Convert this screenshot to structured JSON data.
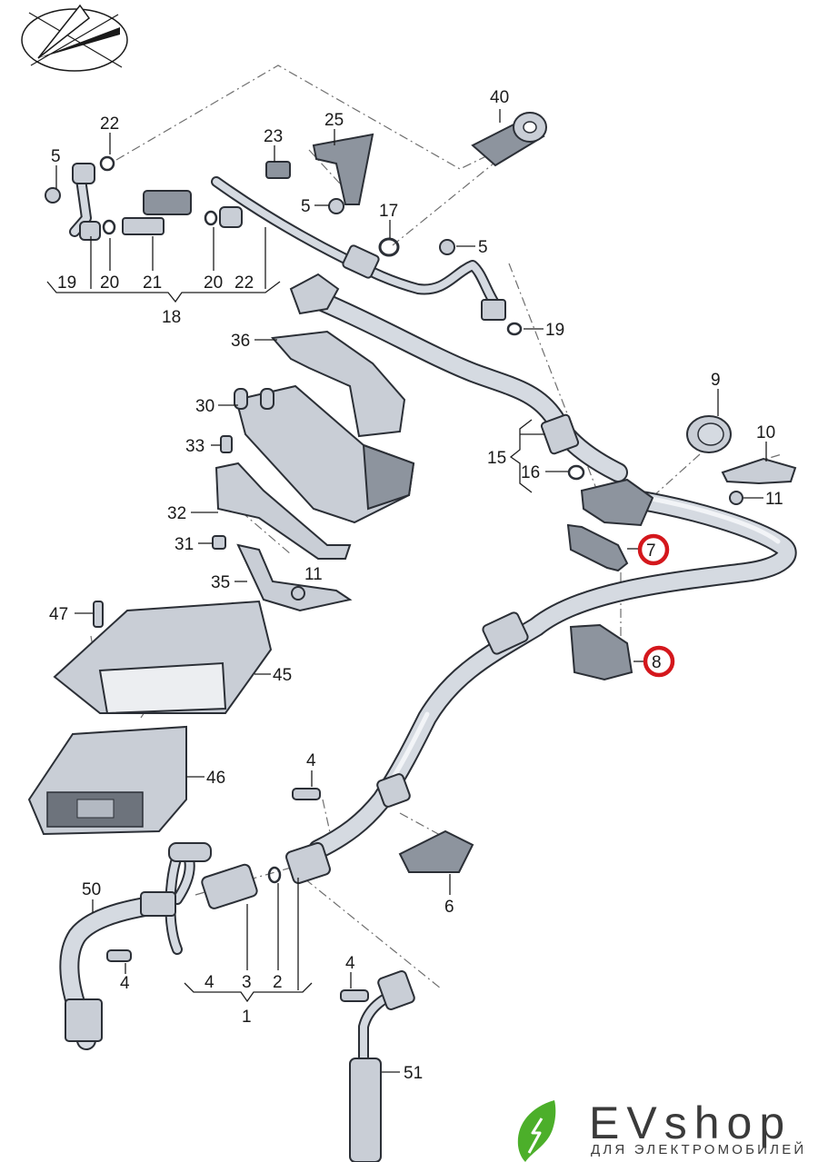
{
  "diagram": {
    "title": "",
    "type": "exploded parts diagram - air conditioning refrigerant lines",
    "orientation_icon": "vehicle-direction-arrow-icon",
    "callouts": {
      "c40": "40",
      "c22a": "22",
      "c5a": "5",
      "c23": "23",
      "c25": "25",
      "c5b": "5",
      "c17": "17",
      "c5c": "5",
      "c19a": "19",
      "c19b": "19",
      "c20a": "20",
      "c21": "21",
      "c20b": "20",
      "c22b": "22",
      "c18": "18",
      "c36": "36",
      "c30": "30",
      "c33": "33",
      "c32": "32",
      "c31": "31",
      "c35": "35",
      "c11a": "11",
      "c9": "9",
      "c10": "10",
      "c11b": "11",
      "c15": "15",
      "c16": "16",
      "c7": "7",
      "c8": "8",
      "c47": "47",
      "c45": "45",
      "c46": "46",
      "c4a": "4",
      "c6": "6",
      "c50": "50",
      "c4b": "4",
      "c4c": "4",
      "c3": "3",
      "c2": "2",
      "c1": "1",
      "c4d": "4",
      "c51": "51"
    },
    "highlighted_parts": [
      "7",
      "8"
    ],
    "highlight_color": "#d4171c",
    "line_color": "#1a1a1a",
    "part_fill": "#c9ced6"
  },
  "logo": {
    "title": "EVshop",
    "subtitle": "ДЛЯ ЭЛЕКТРОМОБИЛЕЙ",
    "icon": "leaf-lightning-icon",
    "leaf_color": "#4caf2a"
  }
}
